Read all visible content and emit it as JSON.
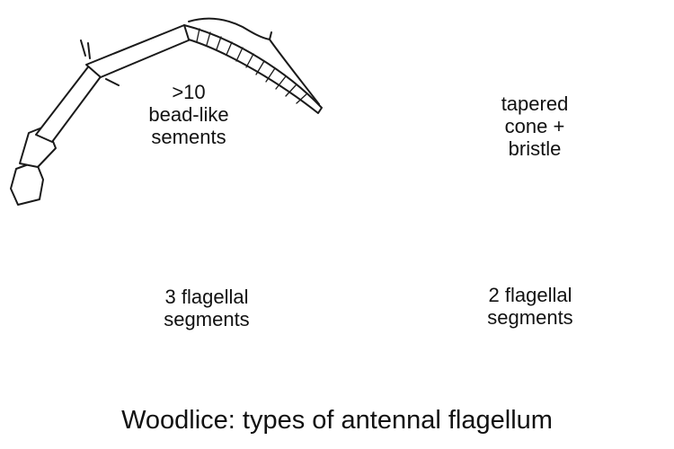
{
  "title": "Woodlice: types of antennal flagellum",
  "panels": [
    {
      "label": ">10\nbead-like\nsements"
    },
    {
      "label": "tapered\ncone +\nbristle"
    },
    {
      "label": "3 flagellal\nsegments"
    },
    {
      "label": "2 flagellal\nsegments"
    }
  ],
  "colors": {
    "stroke": "#1a1a1a",
    "flagellum_fill": "#cfcfcf",
    "background": "#ffffff"
  },
  "icons": [
    "arrow-icon"
  ]
}
